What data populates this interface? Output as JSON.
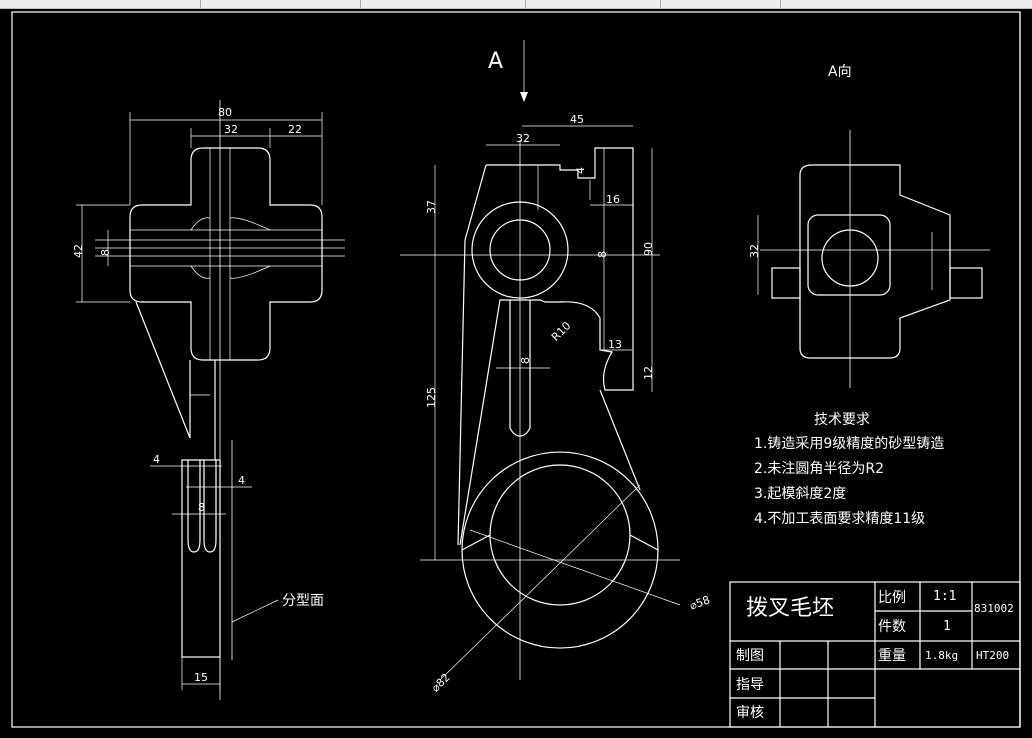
{
  "view_labels": {
    "a": "A",
    "a_dir": "A向"
  },
  "left_view": {
    "dim_80": "80",
    "dim_32": "32",
    "dim_22": "22",
    "dim_42": "42",
    "dim_8": "8",
    "dim_4a": "4",
    "dim_4b": "4",
    "dim_8b": "8",
    "dim_15": "15",
    "parting_surface": "分型面"
  },
  "main_view": {
    "dim_45": "45",
    "dim_32": "32",
    "dim_4": "4",
    "dim_16": "16",
    "dim_37": "37",
    "dim_8": "8",
    "dim_90": "90",
    "dim_r10": "R10",
    "dim_13": "13",
    "dim_12": "12",
    "dim_125": "125",
    "dim_8b": "8",
    "dim_d58": "⌀58",
    "dim_d82": "⌀82"
  },
  "right_view": {
    "dim_32": "32"
  },
  "tech_requirements": {
    "title": "技术要求",
    "items": [
      "1.铸造采用9级精度的砂型铸造",
      "2.未注圆角半径为R2",
      "3.起模斜度2度",
      "4.不加工表面要求精度11级"
    ]
  },
  "title_block": {
    "part_name": "拨叉毛坯",
    "scale_label": "比例",
    "scale_value": "1:1",
    "qty_label": "件数",
    "qty_value": "1",
    "weight_label": "重量",
    "weight_value": "1.8kg",
    "material": "HT200",
    "drawing_no": "831002",
    "drawn_by": "制图",
    "guided_by": "指导",
    "checked_by": "审核"
  }
}
